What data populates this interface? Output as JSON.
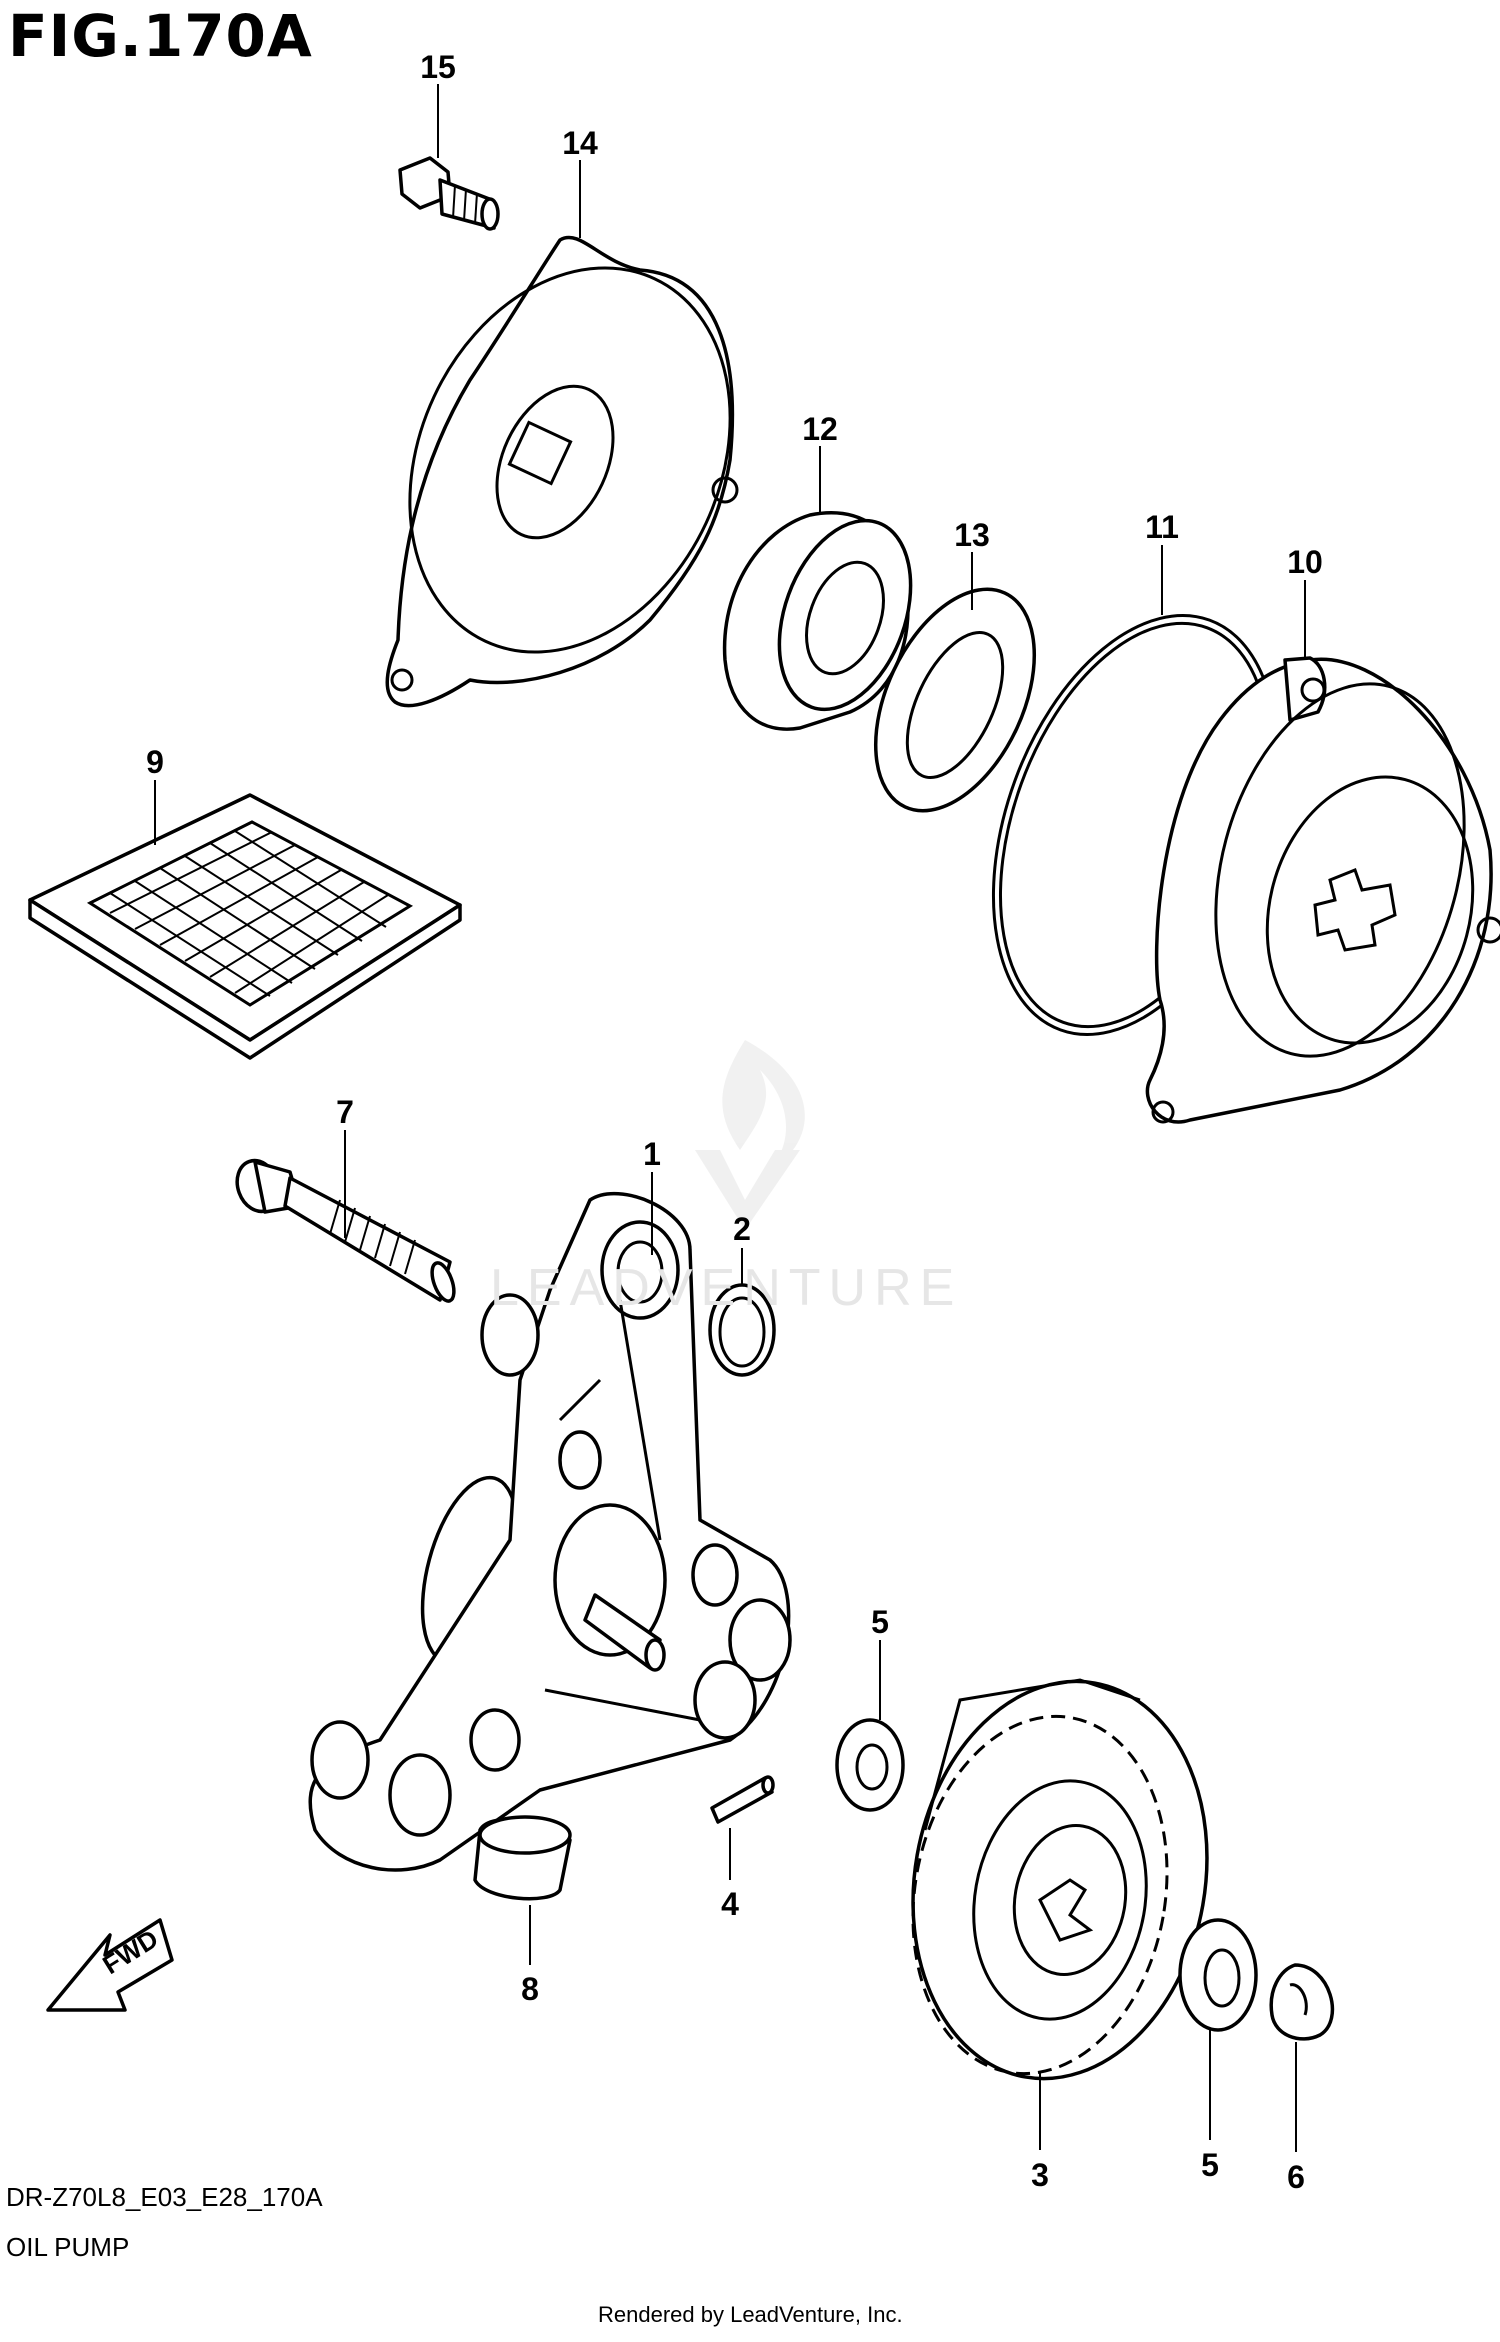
{
  "figure": {
    "title": "FIG.170A",
    "model_code": "DR-Z70L8_E03_E28_170A",
    "section_name": "OIL PUMP",
    "rendered_by": "Rendered by LeadVenture, Inc.",
    "watermark": "LEADVENTURE",
    "direction_label": "FWD"
  },
  "callouts": [
    "15",
    "14",
    "12",
    "13",
    "11",
    "10",
    "9",
    "7",
    "1",
    "2",
    "5",
    "4",
    "8",
    "3",
    "5",
    "6"
  ]
}
